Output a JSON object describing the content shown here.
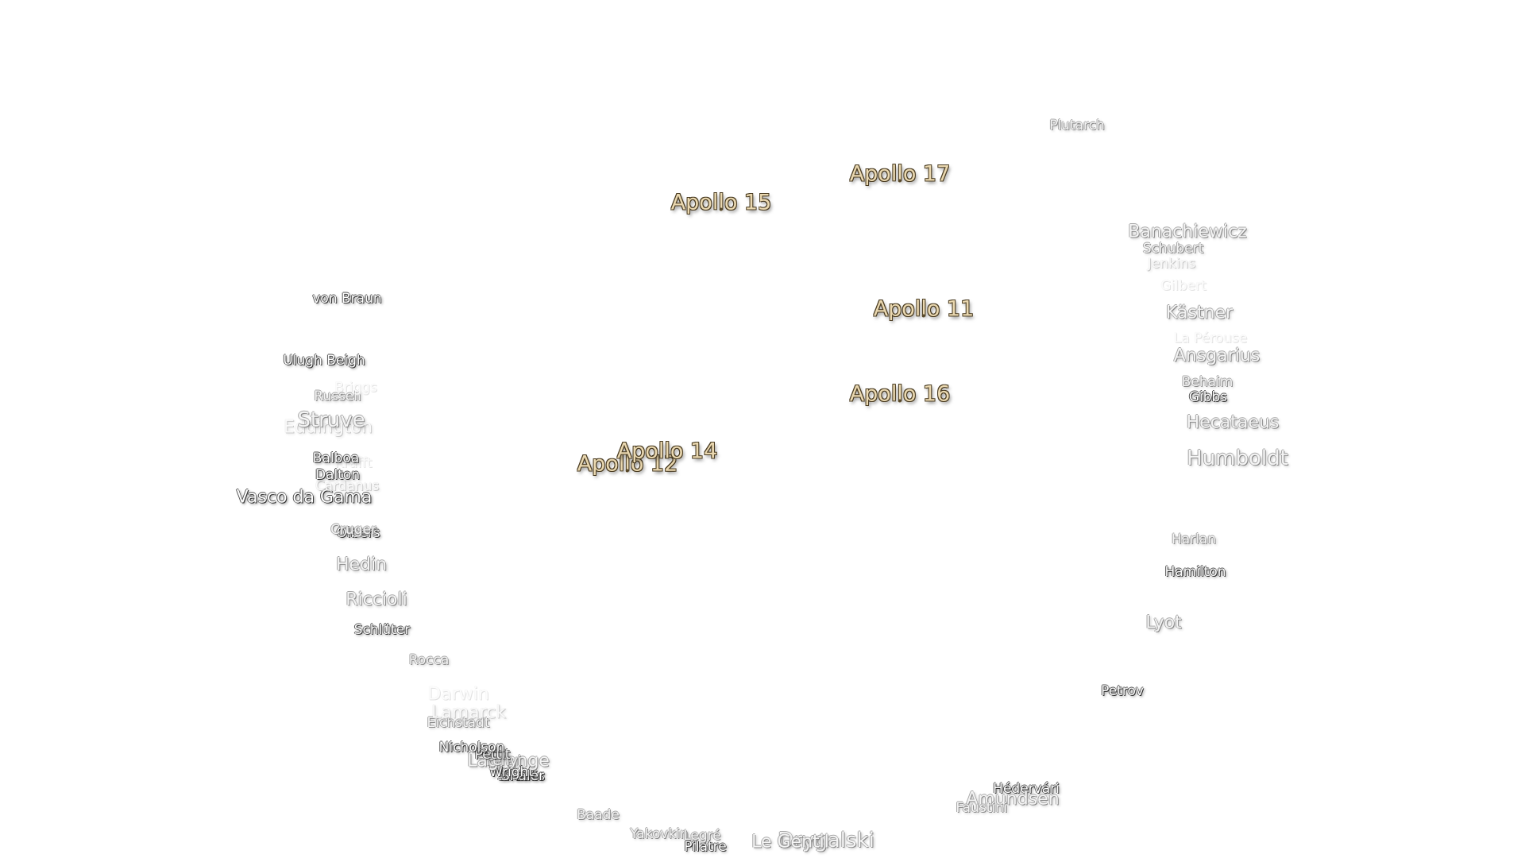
{
  "apollo_sites": [
    {
      "id": "apollo-11",
      "label": "Apollo 11"
    },
    {
      "id": "apollo-12",
      "label": "Apollo 12"
    },
    {
      "id": "apollo-14",
      "label": "Apollo 14"
    },
    {
      "id": "apollo-15",
      "label": "Apollo 15"
    },
    {
      "id": "apollo-16",
      "label": "Apollo 16"
    },
    {
      "id": "apollo-17",
      "label": "Apollo 17"
    }
  ],
  "craters": [
    {
      "label": "Plutarch"
    },
    {
      "label": "Banachiewicz"
    },
    {
      "label": "Schubert"
    },
    {
      "label": "Jenkins"
    },
    {
      "label": "Gilbert"
    },
    {
      "label": "Kästner"
    },
    {
      "label": "La Pérouse"
    },
    {
      "label": "Ansgarius"
    },
    {
      "label": "Behaim"
    },
    {
      "label": "Gibbs"
    },
    {
      "label": "Hecataeus"
    },
    {
      "label": "Humboldt"
    },
    {
      "label": "Harlan"
    },
    {
      "label": "Hamilton"
    },
    {
      "label": "Lyot"
    },
    {
      "label": "Petrov"
    },
    {
      "label": "Hédervári"
    },
    {
      "label": "Amundsen"
    },
    {
      "label": "Faustini"
    },
    {
      "label": "Drygalski"
    },
    {
      "label": "Le Gentil"
    },
    {
      "label": "Pilâtre"
    },
    {
      "label": "Yakovkin"
    },
    {
      "label": "Legré"
    },
    {
      "label": "Baade"
    },
    {
      "label": "Sirsalis"
    },
    {
      "label": "Shaler"
    },
    {
      "label": "Wright"
    },
    {
      "label": "Lagrange"
    },
    {
      "label": "Fényi"
    },
    {
      "label": "Pettit"
    },
    {
      "label": "Nicholson"
    },
    {
      "label": "Eichstadt"
    },
    {
      "label": "Lamarck"
    },
    {
      "label": "Darwin"
    },
    {
      "label": "Rocca"
    },
    {
      "label": "Schlüter"
    },
    {
      "label": "Riccioli"
    },
    {
      "label": "Hedin"
    },
    {
      "label": "Olbers"
    },
    {
      "label": "Cruger"
    },
    {
      "label": "Vasco da Gama"
    },
    {
      "label": "Cardanus"
    },
    {
      "label": "Dalton"
    },
    {
      "label": "Krafft"
    },
    {
      "label": "Balboa"
    },
    {
      "label": "Eddington"
    },
    {
      "label": "Struve"
    },
    {
      "label": "Russell"
    },
    {
      "label": "Briggs"
    },
    {
      "label": "Ulugh Beigh"
    },
    {
      "label": "von Braun"
    }
  ]
}
